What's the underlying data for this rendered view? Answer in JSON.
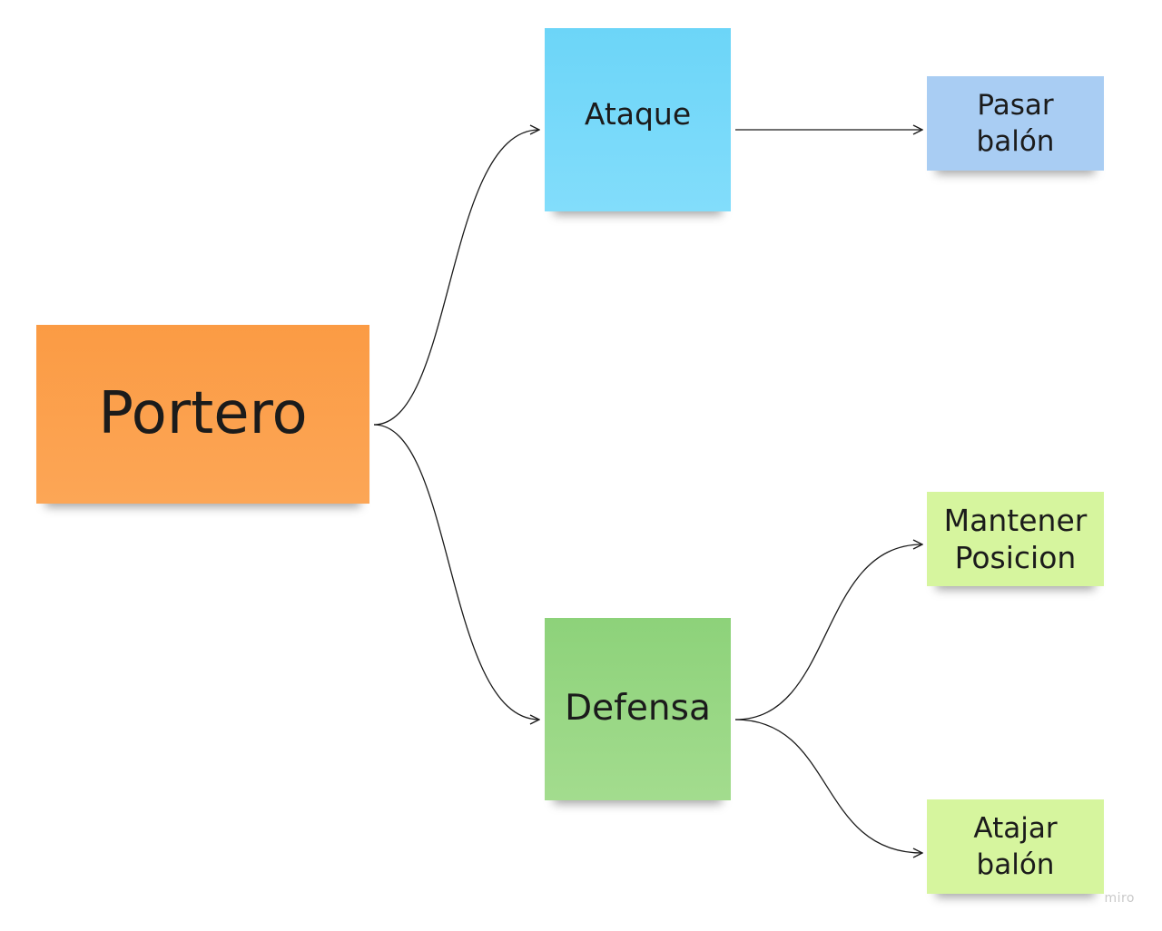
{
  "nodes": {
    "portero": "Portero",
    "ataque": "Ataque",
    "defensa": "Defensa",
    "pasar_balon": "Pasar\nbalón",
    "mantener_posicion": "Mantener\nPosicion",
    "atajar_balon": "Atajar\nbalón"
  },
  "edges": [
    {
      "from": "Portero",
      "to": "Ataque"
    },
    {
      "from": "Portero",
      "to": "Defensa"
    },
    {
      "from": "Ataque",
      "to": "Pasar balón"
    },
    {
      "from": "Defensa",
      "to": "Mantener Posicion"
    },
    {
      "from": "Defensa",
      "to": "Atajar balón"
    }
  ],
  "colors": {
    "portero": "#fb9b44",
    "ataque": "#6cd5f8",
    "defensa": "#8dd27a",
    "pasar_balon": "#a9cdf3",
    "mantener_posicion": "#d6f59e",
    "atajar_balon": "#d6f59e",
    "connector": "#1b1b1b"
  },
  "watermark": "miro"
}
